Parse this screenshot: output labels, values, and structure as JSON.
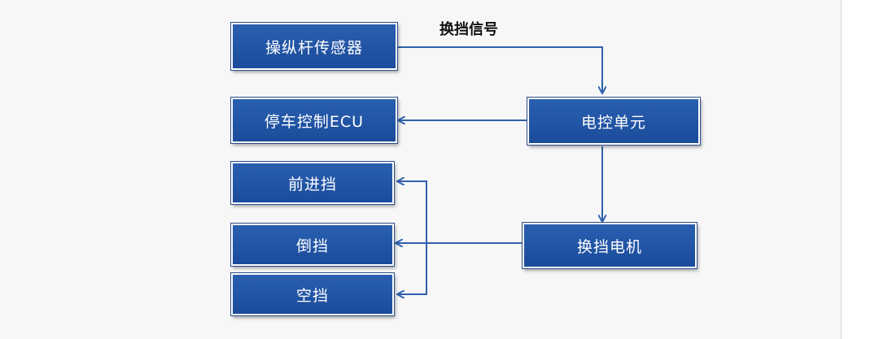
{
  "nodes": {
    "lever_sensor": "操纵杆传感器",
    "parking_ecu": "停车控制ECU",
    "forward_gear": "前进挡",
    "reverse_gear": "倒挡",
    "neutral_gear": "空挡",
    "control_unit": "电控单元",
    "shift_motor": "换挡电机"
  },
  "edges": {
    "shift_signal_label": "换挡信号"
  }
}
